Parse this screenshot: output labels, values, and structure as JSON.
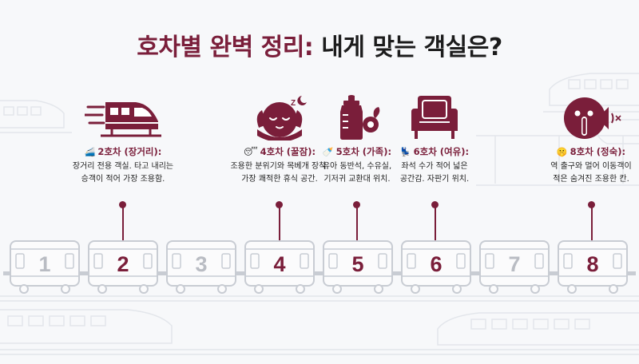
{
  "title": {
    "part1": "호차별 완벽 정리:",
    "part2": "내게 맞는 객실은?"
  },
  "colors": {
    "accent": "#7a1e3a",
    "text": "#1c1c1c",
    "muted": "#b9bcc3",
    "outline": "#c8ccd3"
  },
  "features": [
    {
      "emoji": "🚄",
      "name": "2호차 (장거리):",
      "desc1": "장거리 전용 객실. 타고 내리는",
      "desc2": "승객이 적어 가장 조용함.",
      "icon": "high-speed-train-icon"
    },
    {
      "emoji": "😴",
      "name": "4호차 (꿀잠):",
      "desc1": "조용한 분위기와 목베개 장착.",
      "desc2": "가장 쾌적한 휴식 공간.",
      "icon": "sleeping-face-icon"
    },
    {
      "emoji": "🍼",
      "name": "5호차 (가족):",
      "desc1": "유아 동반석, 수유실,",
      "desc2": "기저귀 교환대 위치.",
      "icon": "baby-bottle-icon"
    },
    {
      "emoji": "💺",
      "name": "6호차 (여유):",
      "desc1": "좌석 수가 적어 넓은",
      "desc2": "공간감. 자판기 위치.",
      "icon": "armchair-icon"
    },
    {
      "emoji": "🤫",
      "name": "8호차 (정숙):",
      "desc1": "역 출구와 멀어 이동객이",
      "desc2": "적은 숨겨진 조용한 칸.",
      "icon": "quiet-face-icon"
    }
  ],
  "cars": [
    "1",
    "2",
    "3",
    "4",
    "5",
    "6",
    "7",
    "8"
  ],
  "highlighted_cars": [
    "2",
    "4",
    "5",
    "6",
    "8"
  ]
}
